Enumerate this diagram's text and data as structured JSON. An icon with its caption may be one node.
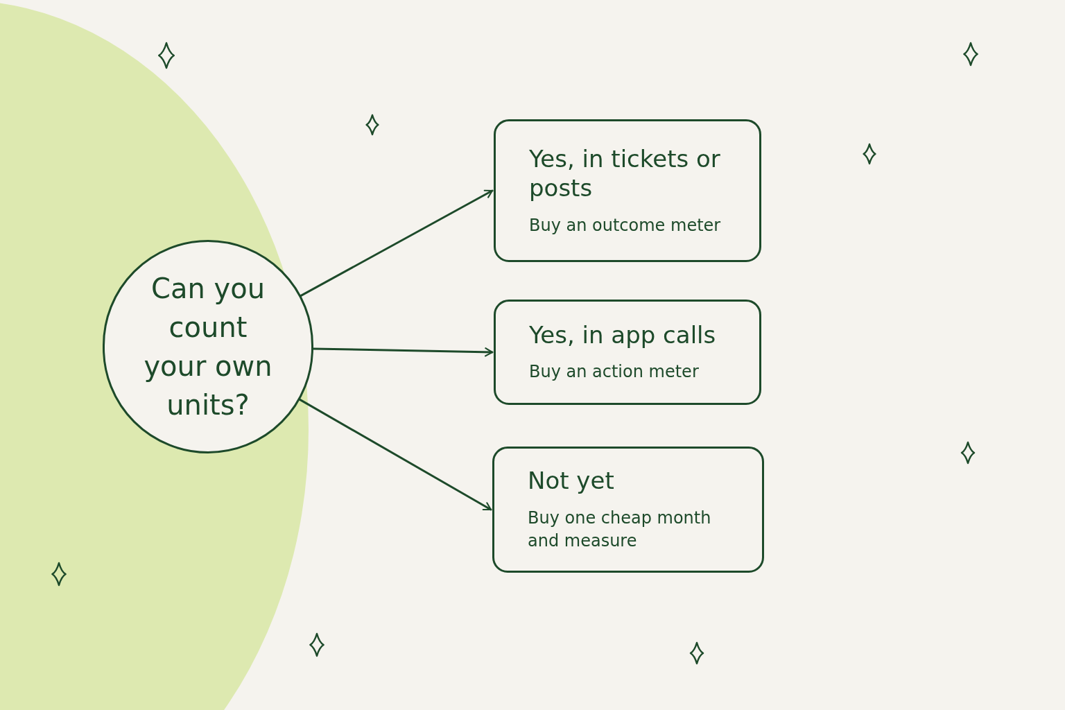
{
  "diagram": {
    "nodes": [
      {
        "text": [
          "Can you count your own units?"
        ]
      },
      {
        "text": [
          "Yes, in tickets or posts",
          "Buy an outcome meter"
        ]
      },
      {
        "text": [
          "Yes, in app calls",
          "Buy an action meter"
        ]
      },
      {
        "text": [
          "Not yet",
          "Buy one cheap month and measure"
        ]
      }
    ],
    "edges": [
      {
        "from": 0,
        "to": 1,
        "arrow": "to"
      },
      {
        "from": 0,
        "to": 2,
        "arrow": "to"
      },
      {
        "from": 0,
        "to": 3,
        "arrow": "to"
      }
    ]
  }
}
